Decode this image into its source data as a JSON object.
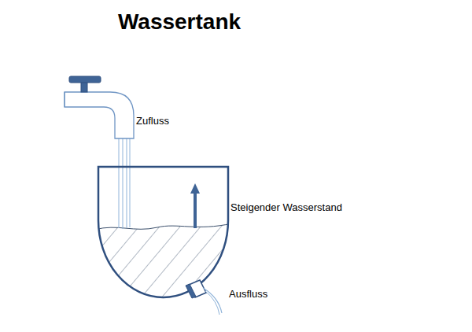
{
  "diagram": {
    "title": "Wassertank",
    "labels": [
      "Zufluss",
      "Steigender Wasserstand",
      "Ausfluss"
    ]
  }
}
